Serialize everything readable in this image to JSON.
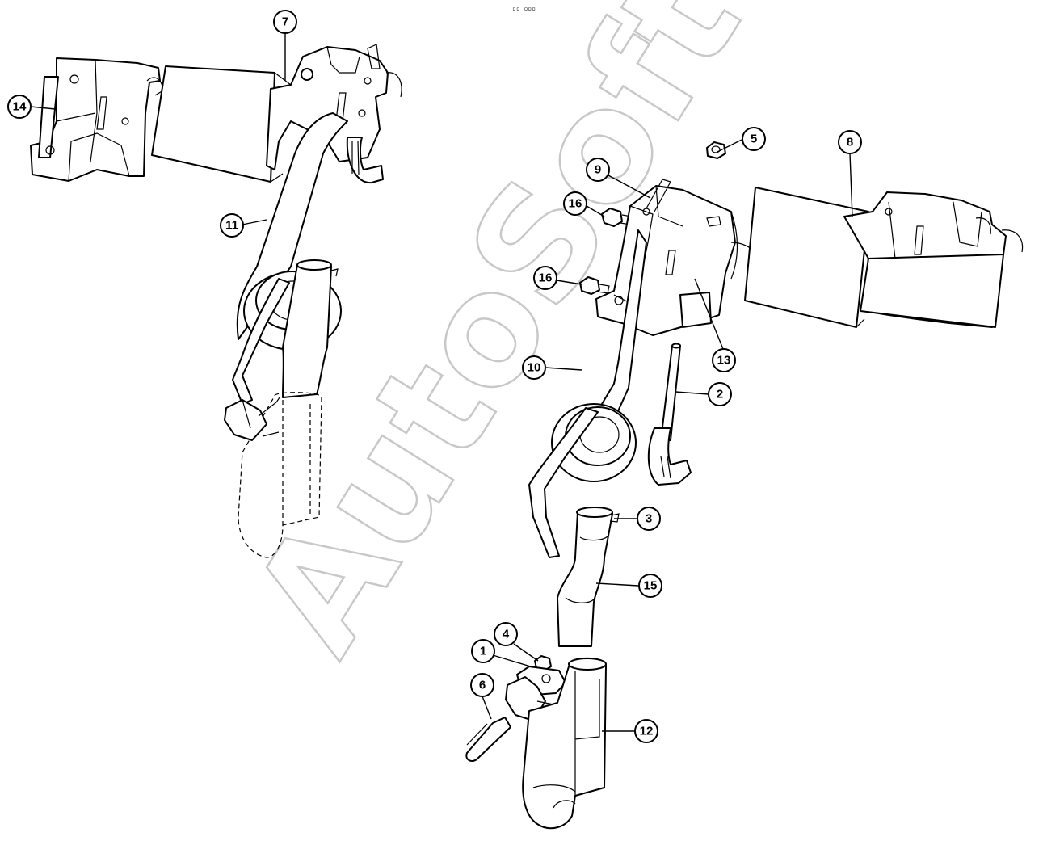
{
  "header": {
    "corner_mark": "▫▫ ▫▫▫"
  },
  "watermark": {
    "text": "AutoSoft"
  },
  "callouts": [
    {
      "id": "1",
      "label": "1"
    },
    {
      "id": "2",
      "label": "2"
    },
    {
      "id": "3",
      "label": "3"
    },
    {
      "id": "4",
      "label": "4"
    },
    {
      "id": "5",
      "label": "5"
    },
    {
      "id": "6",
      "label": "6"
    },
    {
      "id": "7",
      "label": "7"
    },
    {
      "id": "8",
      "label": "8"
    },
    {
      "id": "9",
      "label": "9"
    },
    {
      "id": "10",
      "label": "10"
    },
    {
      "id": "11",
      "label": "11"
    },
    {
      "id": "12",
      "label": "12"
    },
    {
      "id": "13",
      "label": "13"
    },
    {
      "id": "14",
      "label": "14"
    },
    {
      "id": "15",
      "label": "15"
    },
    {
      "id": "16a",
      "label": "16"
    },
    {
      "id": "16b",
      "label": "16"
    }
  ]
}
